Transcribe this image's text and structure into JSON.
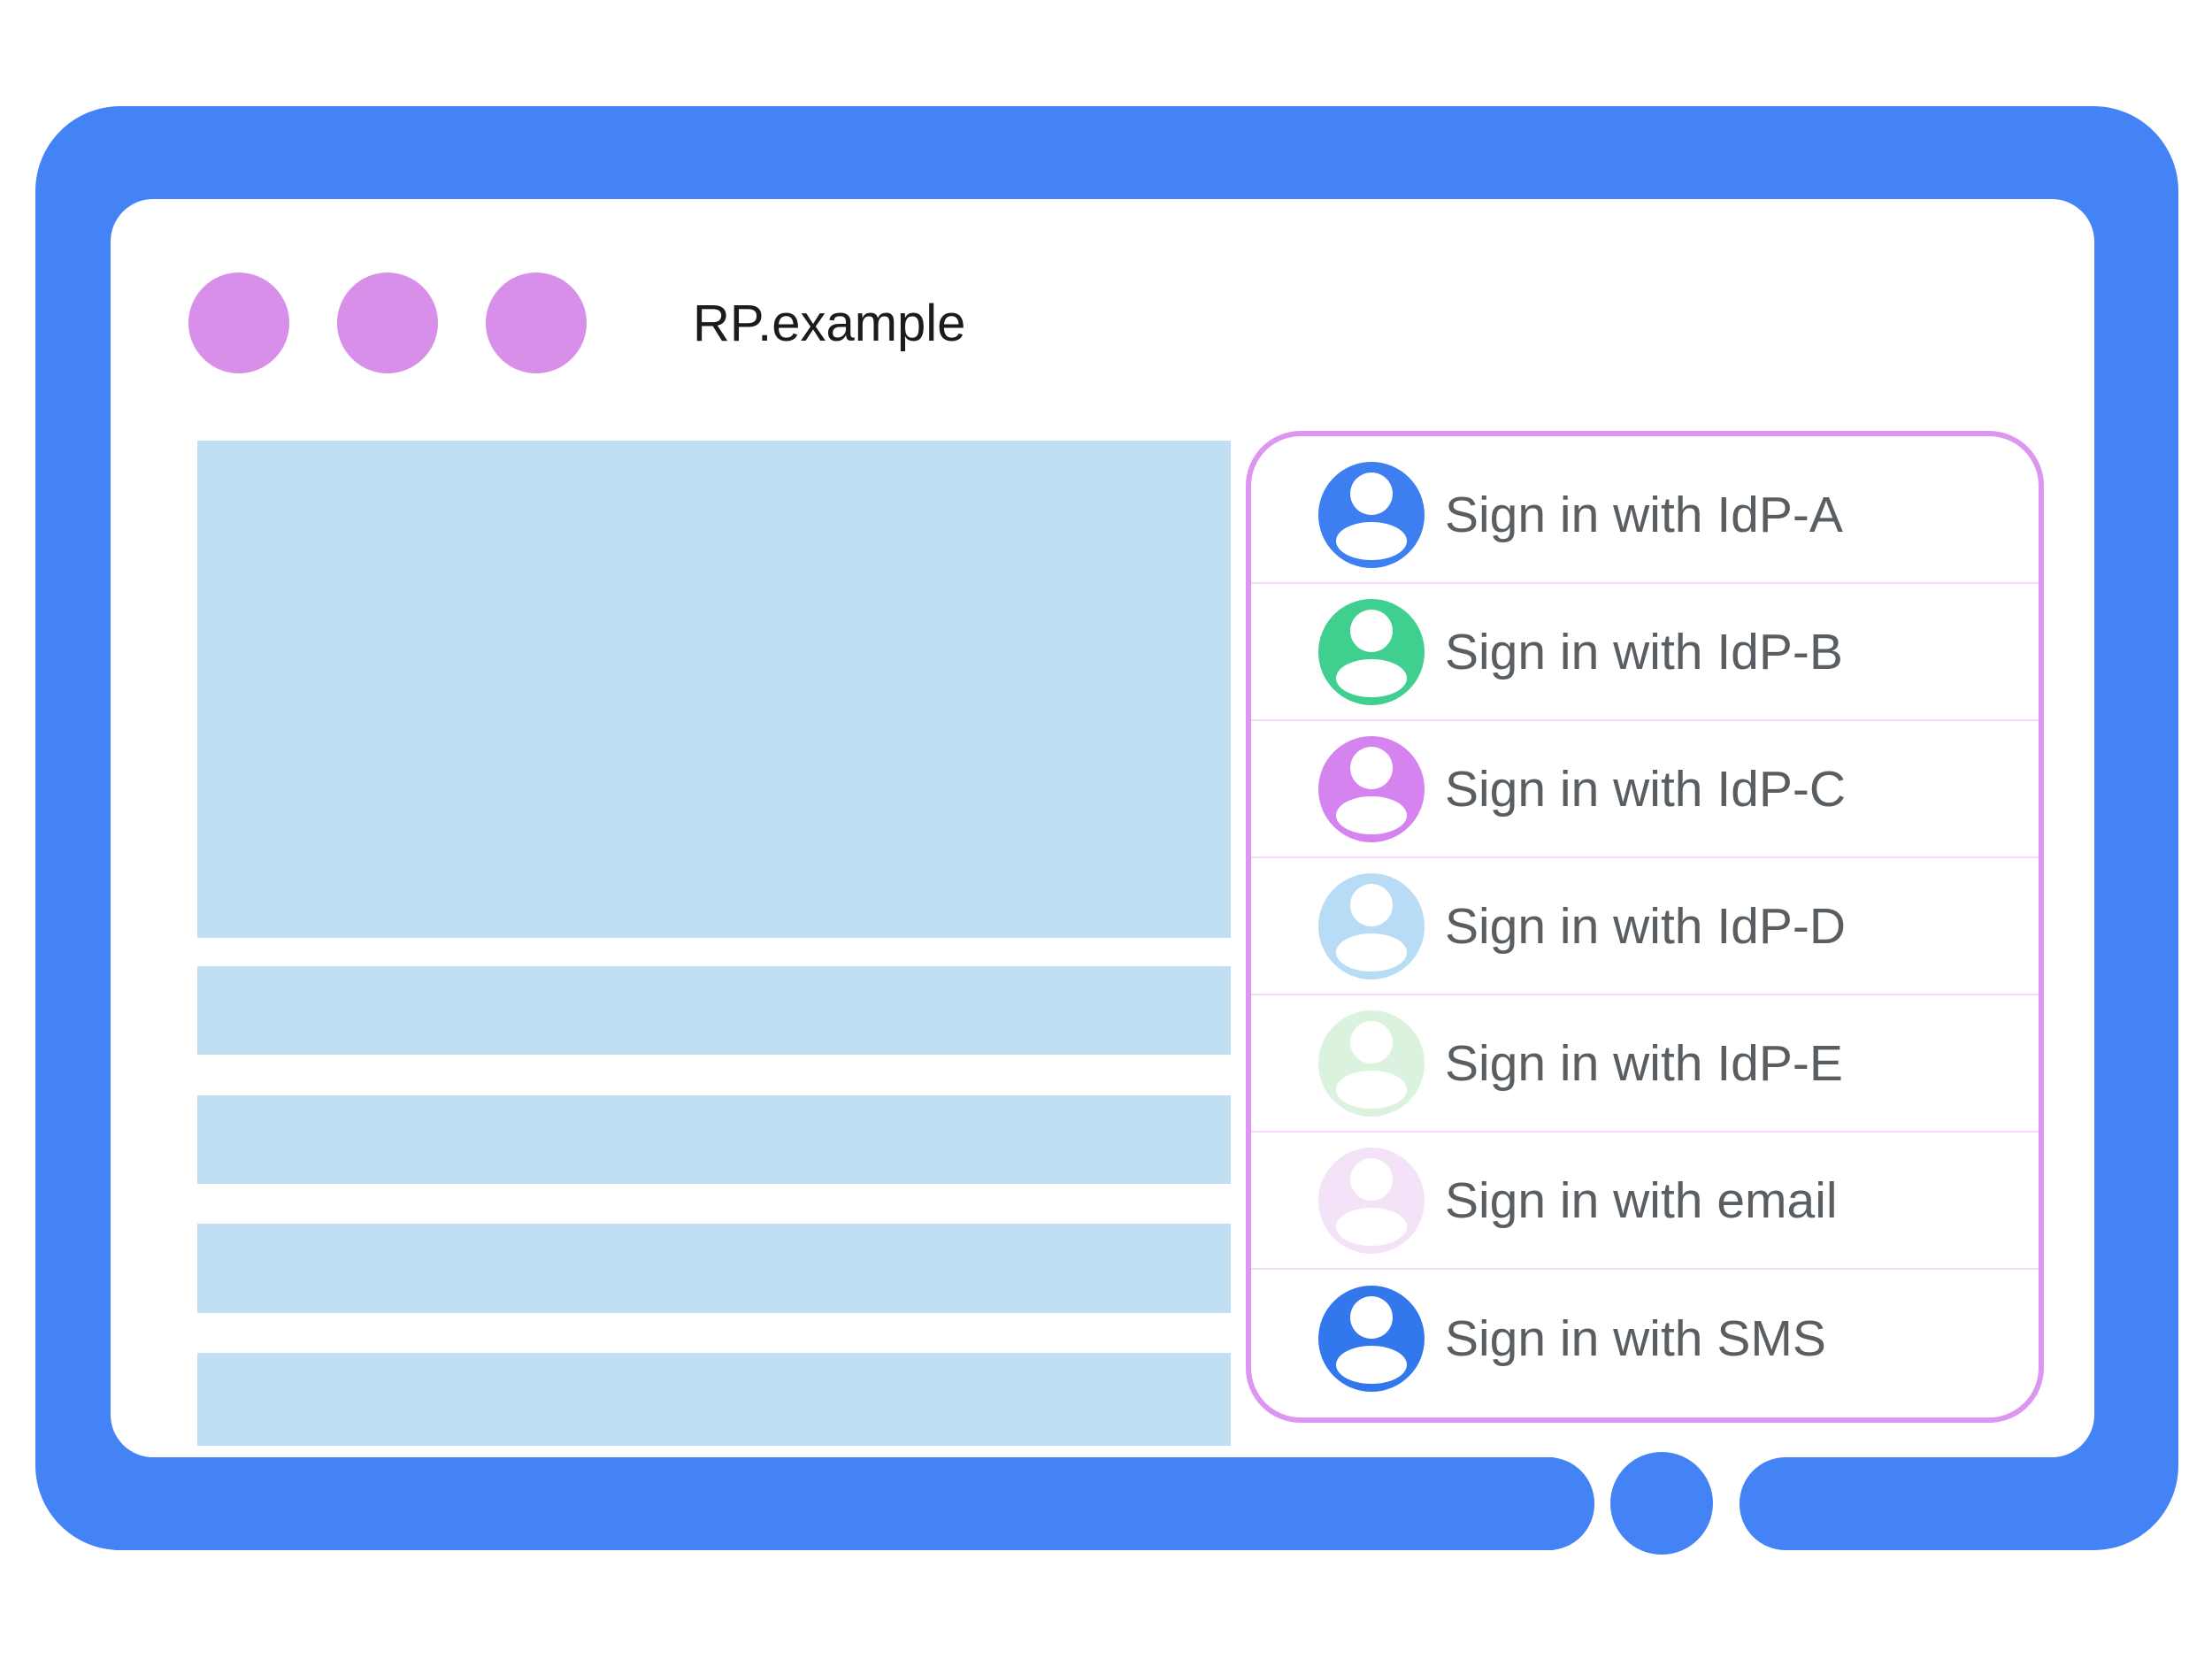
{
  "browser_chrome": {
    "url_text": "RP.example"
  },
  "signin_panel": {
    "options": [
      {
        "id": "idp-a",
        "label": "Sign in with IdP-A",
        "avatar_color": "#3D7EF0"
      },
      {
        "id": "idp-b",
        "label": "Sign in with IdP-B",
        "avatar_color": "#3FCF8E"
      },
      {
        "id": "idp-c",
        "label": "Sign in with IdP-C",
        "avatar_color": "#D584EF"
      },
      {
        "id": "idp-d",
        "label": "Sign in with IdP-D",
        "avatar_color": "#B9DCF6"
      },
      {
        "id": "idp-e",
        "label": "Sign in with IdP-E",
        "avatar_color": "#DBF3DE"
      },
      {
        "id": "email",
        "label": "Sign in with email",
        "avatar_color": "#F3E2F8"
      },
      {
        "id": "sms",
        "label": "Sign in with SMS",
        "avatar_color": "#3277EC"
      }
    ]
  },
  "colors": {
    "frame_blue": "#4483F5",
    "dot_purple": "#D78FEA",
    "placeholder_blue": "#C0DFF2",
    "panel_border": "#DC96F1",
    "panel_divider": "#F5DBF9",
    "label_gray": "#595E62",
    "url_black": "#1A1B1E"
  }
}
